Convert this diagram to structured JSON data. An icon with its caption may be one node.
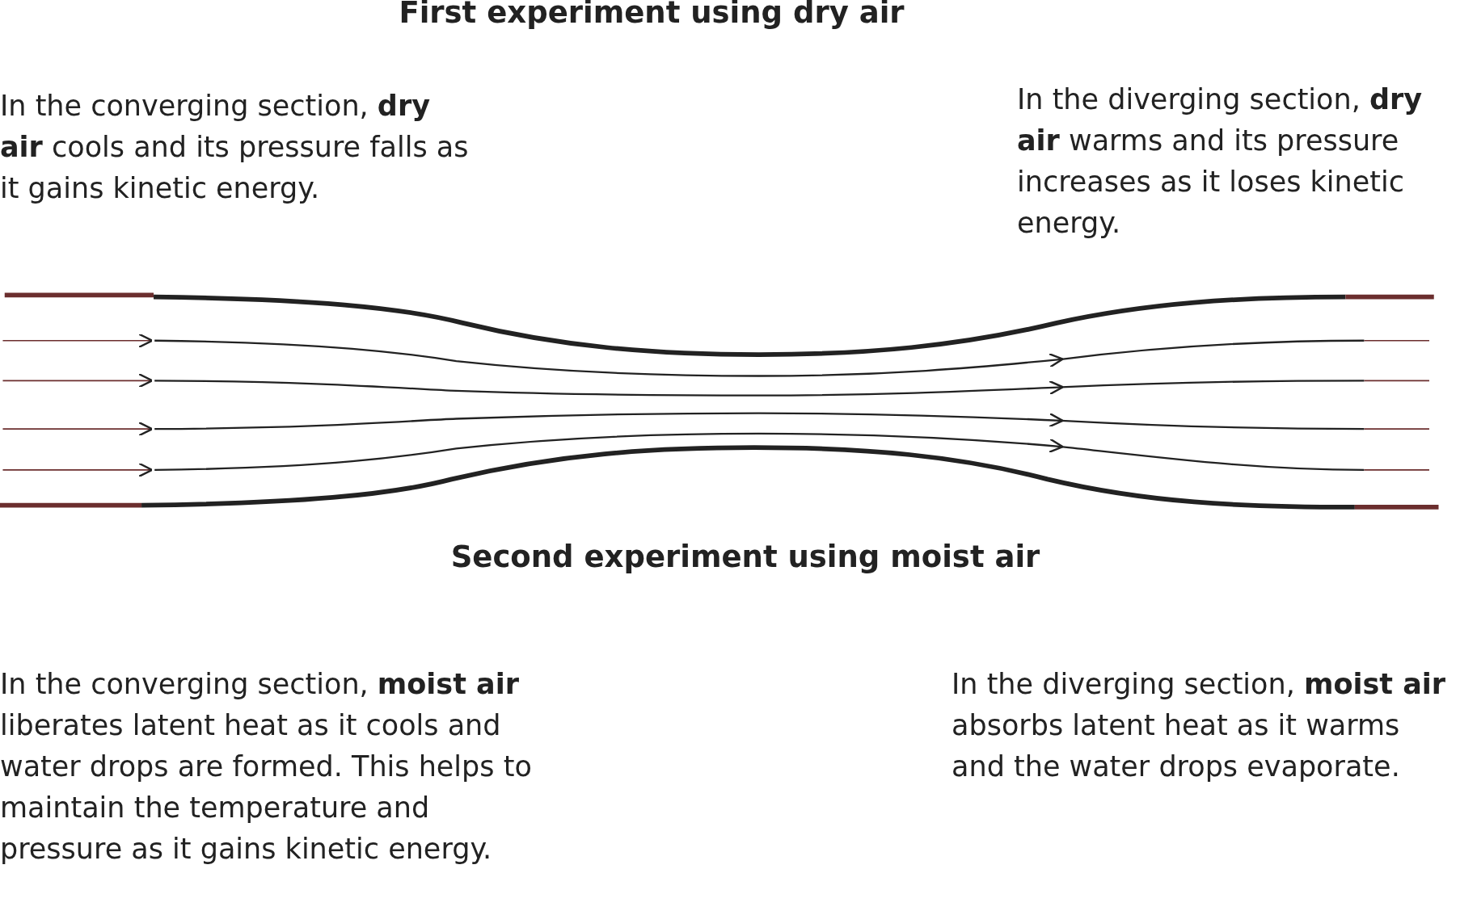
{
  "diagram": {
    "title": "First experiment using dry air",
    "labels": [
      "In the converging section, **dry air** cools and its pressure falls as it gains kinetic energy.",
      "In the diverging section, **dry air** warms and its pressure increases as it loses kinetic energy.",
      "Second experiment using moist air",
      "In the converging section, **moist air** liberates latent heat as it cools and water drops are formed. This helps to maintain the temperature and pressure as it gains kinetic energy.",
      "In the diverging section, **moist air** absorbs latent heat as it warms and the water drops evaporate."
    ]
  }
}
